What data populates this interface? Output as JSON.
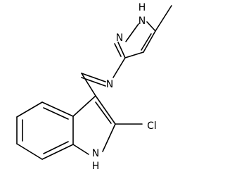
{
  "molecule": {
    "atoms": {
      "pyrazole_nh_h": "H",
      "pyrazole_nh_n": "N",
      "pyrazole_n2": "N",
      "imine_n": "N",
      "chloro": "Cl",
      "indole_nh_n": "N",
      "indole_nh_h": "H"
    },
    "colors": {
      "bond": "#000000",
      "text": "#000000",
      "background": "#ffffff"
    }
  }
}
